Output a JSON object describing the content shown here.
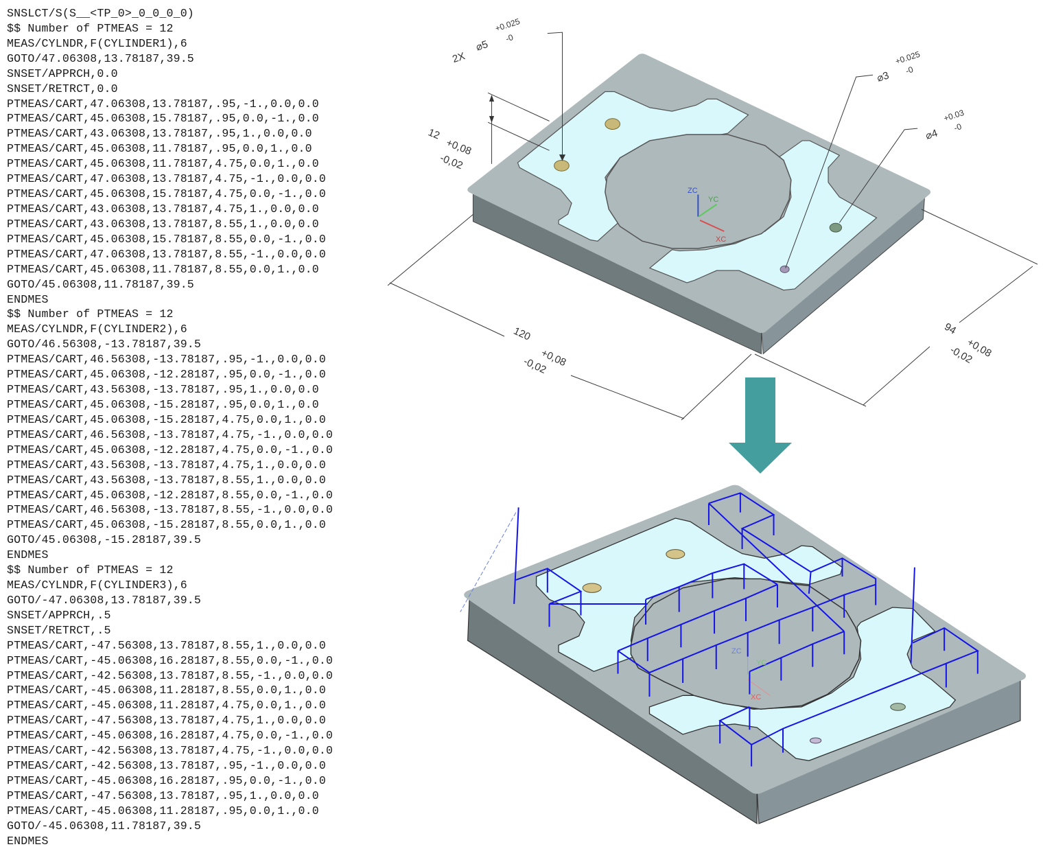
{
  "code_lines": [
    "SNSLCT/S(S__<TP_0>_0_0_0_0)",
    "$$ Number of PTMEAS = 12",
    "MEAS/CYLNDR,F(CYLINDER1),6",
    "GOTO/47.06308,13.78187,39.5",
    "SNSET/APPRCH,0.0",
    "SNSET/RETRCT,0.0",
    "PTMEAS/CART,47.06308,13.78187,.95,-1.,0.0,0.0",
    "PTMEAS/CART,45.06308,15.78187,.95,0.0,-1.,0.0",
    "PTMEAS/CART,43.06308,13.78187,.95,1.,0.0,0.0",
    "PTMEAS/CART,45.06308,11.78187,.95,0.0,1.,0.0",
    "PTMEAS/CART,45.06308,11.78187,4.75,0.0,1.,0.0",
    "PTMEAS/CART,47.06308,13.78187,4.75,-1.,0.0,0.0",
    "PTMEAS/CART,45.06308,15.78187,4.75,0.0,-1.,0.0",
    "PTMEAS/CART,43.06308,13.78187,4.75,1.,0.0,0.0",
    "PTMEAS/CART,43.06308,13.78187,8.55,1.,0.0,0.0",
    "PTMEAS/CART,45.06308,15.78187,8.55,0.0,-1.,0.0",
    "PTMEAS/CART,47.06308,13.78187,8.55,-1.,0.0,0.0",
    "PTMEAS/CART,45.06308,11.78187,8.55,0.0,1.,0.0",
    "GOTO/45.06308,11.78187,39.5",
    "ENDMES",
    "$$ Number of PTMEAS = 12",
    "MEAS/CYLNDR,F(CYLINDER2),6",
    "GOTO/46.56308,-13.78187,39.5",
    "PTMEAS/CART,46.56308,-13.78187,.95,-1.,0.0,0.0",
    "PTMEAS/CART,45.06308,-12.28187,.95,0.0,-1.,0.0",
    "PTMEAS/CART,43.56308,-13.78187,.95,1.,0.0,0.0",
    "PTMEAS/CART,45.06308,-15.28187,.95,0.0,1.,0.0",
    "PTMEAS/CART,45.06308,-15.28187,4.75,0.0,1.,0.0",
    "PTMEAS/CART,46.56308,-13.78187,4.75,-1.,0.0,0.0",
    "PTMEAS/CART,45.06308,-12.28187,4.75,0.0,-1.,0.0",
    "PTMEAS/CART,43.56308,-13.78187,4.75,1.,0.0,0.0",
    "PTMEAS/CART,43.56308,-13.78187,8.55,1.,0.0,0.0",
    "PTMEAS/CART,45.06308,-12.28187,8.55,0.0,-1.,0.0",
    "PTMEAS/CART,46.56308,-13.78187,8.55,-1.,0.0,0.0",
    "PTMEAS/CART,45.06308,-15.28187,8.55,0.0,1.,0.0",
    "GOTO/45.06308,-15.28187,39.5",
    "ENDMES",
    "$$ Number of PTMEAS = 12",
    "MEAS/CYLNDR,F(CYLINDER3),6",
    "GOTO/-47.06308,13.78187,39.5",
    "SNSET/APPRCH,.5",
    "SNSET/RETRCT,.5",
    "PTMEAS/CART,-47.56308,13.78187,8.55,1.,0.0,0.0",
    "PTMEAS/CART,-45.06308,16.28187,8.55,0.0,-1.,0.0",
    "PTMEAS/CART,-42.56308,13.78187,8.55,-1.,0.0,0.0",
    "PTMEAS/CART,-45.06308,11.28187,8.55,0.0,1.,0.0",
    "PTMEAS/CART,-45.06308,11.28187,4.75,0.0,1.,0.0",
    "PTMEAS/CART,-47.56308,13.78187,4.75,1.,0.0,0.0",
    "PTMEAS/CART,-45.06308,16.28187,4.75,0.0,-1.,0.0",
    "PTMEAS/CART,-42.56308,13.78187,4.75,-1.,0.0,0.0",
    "PTMEAS/CART,-42.56308,13.78187,.95,-1.,0.0,0.0",
    "PTMEAS/CART,-45.06308,16.28187,.95,0.0,-1.,0.0",
    "PTMEAS/CART,-47.56308,13.78187,.95,1.,0.0,0.0",
    "PTMEAS/CART,-45.06308,11.28187,.95,0.0,1.,0.0",
    "GOTO/-45.06308,11.78187,39.5",
    "ENDMES"
  ],
  "drawing": {
    "hole5": {
      "count": "2X",
      "size": "⌀5",
      "upper": "+0.025",
      "lower": "-0"
    },
    "hole3": {
      "size": "⌀3",
      "upper": "+0.025",
      "lower": "-0"
    },
    "hole4": {
      "size": "⌀4",
      "upper": "+0.03",
      "lower": "-0"
    },
    "height": {
      "value": "12",
      "upper": "+0,08",
      "lower": "-0,02"
    },
    "length": {
      "value": "120",
      "upper": "+0,08",
      "lower": "-0,02"
    },
    "width": {
      "value": "94",
      "upper": "+0,08",
      "lower": "-0,02"
    },
    "axes": {
      "z": "ZC",
      "y": "YC",
      "x": "XC"
    }
  },
  "colors": {
    "face": "#aeb9bc",
    "pocket": "#d9f8fc",
    "probe_path": "#1414e6",
    "arrow": "#449e9d"
  }
}
